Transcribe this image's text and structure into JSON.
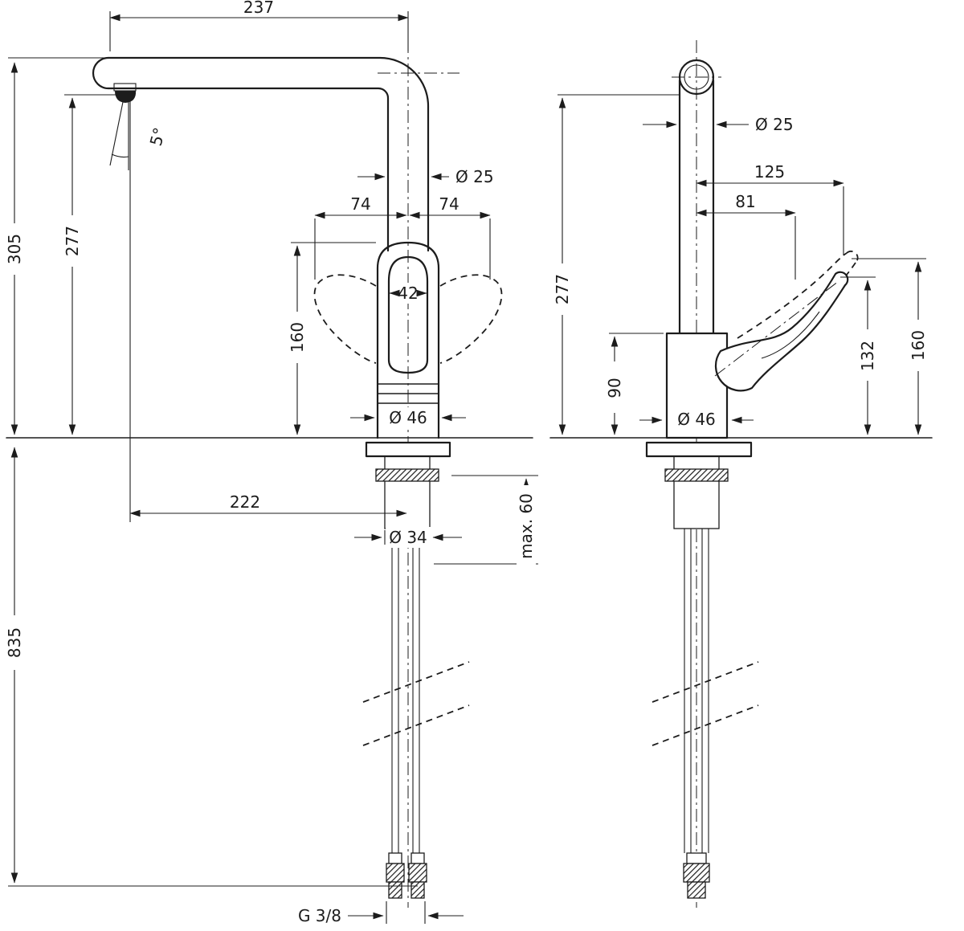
{
  "drawing": {
    "kind": "faucet-installation-dimensions",
    "background": "#ffffff",
    "line_color": "#1c1c1c"
  },
  "left_view": {
    "spout_reach": "237",
    "total_height": "305",
    "spout_height": "277",
    "spout_angle": "5°",
    "spout_diameter": "Ø 25",
    "handle_swing_left": "74",
    "handle_swing_right": "74",
    "handle_width": "42",
    "handle_height": "160",
    "body_diameter": "Ø 46",
    "aerator_reach": "222",
    "shank_diameter": "Ø 34",
    "max_counter_thickness": "max. 60",
    "hose_length": "835",
    "thread_size": "G 3/8"
  },
  "right_view": {
    "spout_diameter": "Ø 25",
    "handle_reach": "125",
    "handle_grip_reach": "81",
    "spout_height": "277",
    "body_height": "90",
    "body_diameter": "Ø 46",
    "handle_height_down": "132",
    "handle_height_up": "160"
  }
}
